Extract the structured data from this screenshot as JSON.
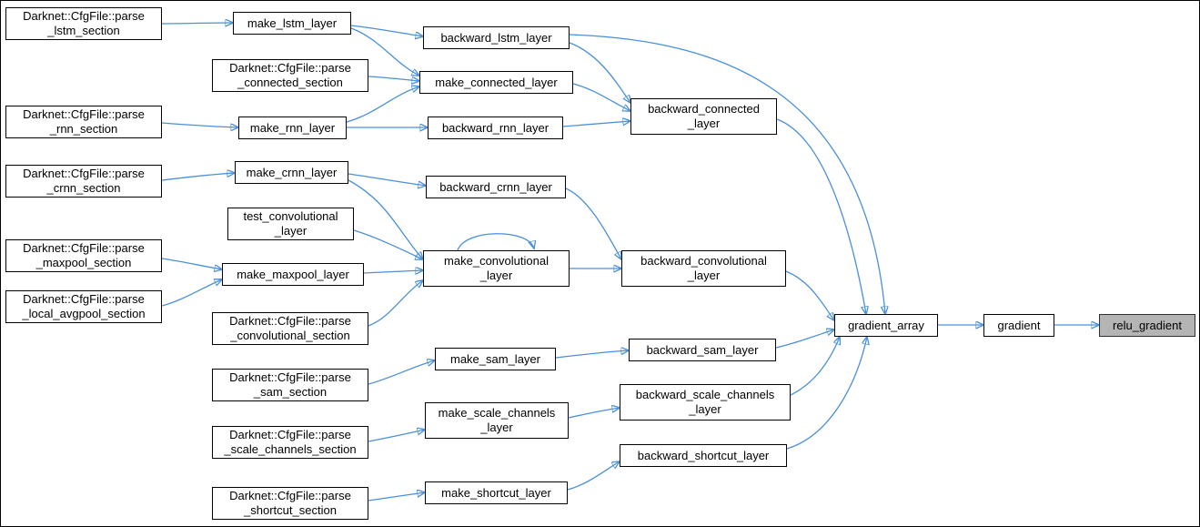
{
  "diagram": {
    "type": "call-graph",
    "colors": {
      "edge": "#4a90d9",
      "node_background": "#ffffff",
      "node_border": "#000000",
      "highlight_background": "#b4b4b4",
      "page_background": "#ffffff"
    },
    "nodes": {
      "parse_lstm_section": {
        "label": "Darknet::CfgFile::parse\n_lstm_section"
      },
      "parse_rnn_section": {
        "label": "Darknet::CfgFile::parse\n_rnn_section"
      },
      "parse_crnn_section": {
        "label": "Darknet::CfgFile::parse\n_crnn_section"
      },
      "parse_maxpool_section": {
        "label": "Darknet::CfgFile::parse\n_maxpool_section"
      },
      "parse_local_avgpool_section": {
        "label": "Darknet::CfgFile::parse\n_local_avgpool_section"
      },
      "parse_connected_section": {
        "label": "Darknet::CfgFile::parse\n_connected_section"
      },
      "parse_convolutional_section": {
        "label": "Darknet::CfgFile::parse\n_convolutional_section"
      },
      "parse_sam_section": {
        "label": "Darknet::CfgFile::parse\n_sam_section"
      },
      "parse_scale_channels_section": {
        "label": "Darknet::CfgFile::parse\n_scale_channels_section"
      },
      "parse_shortcut_section": {
        "label": "Darknet::CfgFile::parse\n_shortcut_section"
      },
      "test_convolutional_layer": {
        "label": "test_convolutional\n_layer"
      },
      "make_lstm_layer": {
        "label": "make_lstm_layer"
      },
      "make_rnn_layer": {
        "label": "make_rnn_layer"
      },
      "make_crnn_layer": {
        "label": "make_crnn_layer"
      },
      "make_maxpool_layer": {
        "label": "make_maxpool_layer"
      },
      "make_connected_layer": {
        "label": "make_connected_layer"
      },
      "make_convolutional_layer": {
        "label": "make_convolutional\n_layer"
      },
      "make_sam_layer": {
        "label": "make_sam_layer"
      },
      "make_scale_channels_layer": {
        "label": "make_scale_channels\n_layer"
      },
      "make_shortcut_layer": {
        "label": "make_shortcut_layer"
      },
      "backward_lstm_layer": {
        "label": "backward_lstm_layer"
      },
      "backward_rnn_layer": {
        "label": "backward_rnn_layer"
      },
      "backward_crnn_layer": {
        "label": "backward_crnn_layer"
      },
      "backward_connected_layer": {
        "label": "backward_connected\n_layer"
      },
      "backward_convolutional_layer": {
        "label": "backward_convolutional\n_layer"
      },
      "backward_sam_layer": {
        "label": "backward_sam_layer"
      },
      "backward_scale_channels_layer": {
        "label": "backward_scale_channels\n_layer"
      },
      "backward_shortcut_layer": {
        "label": "backward_shortcut_layer"
      },
      "gradient_array": {
        "label": "gradient_array"
      },
      "gradient": {
        "label": "gradient"
      },
      "relu_gradient": {
        "label": "relu_gradient",
        "highlighted": true
      }
    },
    "edges": [
      {
        "from": "parse_lstm_section",
        "to": "make_lstm_layer"
      },
      {
        "from": "make_lstm_layer",
        "to": "backward_lstm_layer"
      },
      {
        "from": "make_lstm_layer",
        "to": "make_connected_layer"
      },
      {
        "from": "backward_lstm_layer",
        "to": "backward_connected_layer"
      },
      {
        "from": "backward_lstm_layer",
        "to": "gradient_array"
      },
      {
        "from": "parse_connected_section",
        "to": "make_connected_layer"
      },
      {
        "from": "make_connected_layer",
        "to": "backward_connected_layer"
      },
      {
        "from": "parse_rnn_section",
        "to": "make_rnn_layer"
      },
      {
        "from": "make_rnn_layer",
        "to": "make_connected_layer"
      },
      {
        "from": "make_rnn_layer",
        "to": "backward_rnn_layer"
      },
      {
        "from": "backward_rnn_layer",
        "to": "backward_connected_layer"
      },
      {
        "from": "backward_connected_layer",
        "to": "gradient_array"
      },
      {
        "from": "parse_crnn_section",
        "to": "make_crnn_layer"
      },
      {
        "from": "make_crnn_layer",
        "to": "backward_crnn_layer"
      },
      {
        "from": "make_crnn_layer",
        "to": "make_convolutional_layer"
      },
      {
        "from": "backward_crnn_layer",
        "to": "backward_convolutional_layer"
      },
      {
        "from": "test_convolutional_layer",
        "to": "make_convolutional_layer"
      },
      {
        "from": "parse_maxpool_section",
        "to": "make_maxpool_layer"
      },
      {
        "from": "parse_local_avgpool_section",
        "to": "make_maxpool_layer"
      },
      {
        "from": "make_maxpool_layer",
        "to": "make_convolutional_layer"
      },
      {
        "from": "parse_convolutional_section",
        "to": "make_convolutional_layer"
      },
      {
        "from": "make_convolutional_layer",
        "to": "make_convolutional_layer"
      },
      {
        "from": "make_convolutional_layer",
        "to": "backward_convolutional_layer"
      },
      {
        "from": "backward_convolutional_layer",
        "to": "gradient_array"
      },
      {
        "from": "parse_sam_section",
        "to": "make_sam_layer"
      },
      {
        "from": "make_sam_layer",
        "to": "backward_sam_layer"
      },
      {
        "from": "backward_sam_layer",
        "to": "gradient_array"
      },
      {
        "from": "parse_scale_channels_section",
        "to": "make_scale_channels_layer"
      },
      {
        "from": "make_scale_channels_layer",
        "to": "backward_scale_channels_layer"
      },
      {
        "from": "backward_scale_channels_layer",
        "to": "gradient_array"
      },
      {
        "from": "parse_shortcut_section",
        "to": "make_shortcut_layer"
      },
      {
        "from": "make_shortcut_layer",
        "to": "backward_shortcut_layer"
      },
      {
        "from": "backward_shortcut_layer",
        "to": "gradient_array"
      },
      {
        "from": "gradient_array",
        "to": "gradient"
      },
      {
        "from": "gradient",
        "to": "relu_gradient"
      }
    ]
  }
}
